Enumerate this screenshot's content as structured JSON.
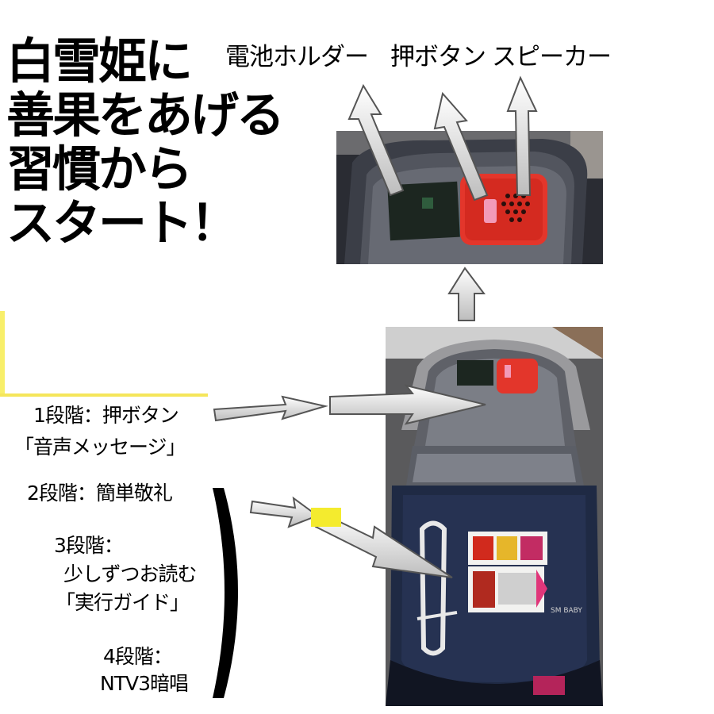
{
  "title": {
    "lines": [
      "白雪姫に",
      "善果をあげる",
      "習慣から",
      "スタート！"
    ]
  },
  "top_labels": {
    "battery_holder": "電池ホルダー",
    "push_button": "押ボタン",
    "speaker": "スピーカー"
  },
  "stages": {
    "stage1_title": "1段階：押ボタン",
    "stage1_detail": "「音声メッセージ」",
    "stage2_title": "2段階：簡単敬礼",
    "stage3_title": "3段階：",
    "stage3_line2": "少しずつお読む",
    "stage3_line3": "「実行ガイド」",
    "stage4_title": "4段階：",
    "stage4_detail": "NTV3暗唱"
  },
  "photo": {
    "brand_text": "SM BABY"
  },
  "colors": {
    "device_red": "#e3362b",
    "bag_navy": "#1f2a44",
    "arrow_gray": "#d8d8d8"
  },
  "icons": {
    "arrow": "arrow-icon"
  }
}
